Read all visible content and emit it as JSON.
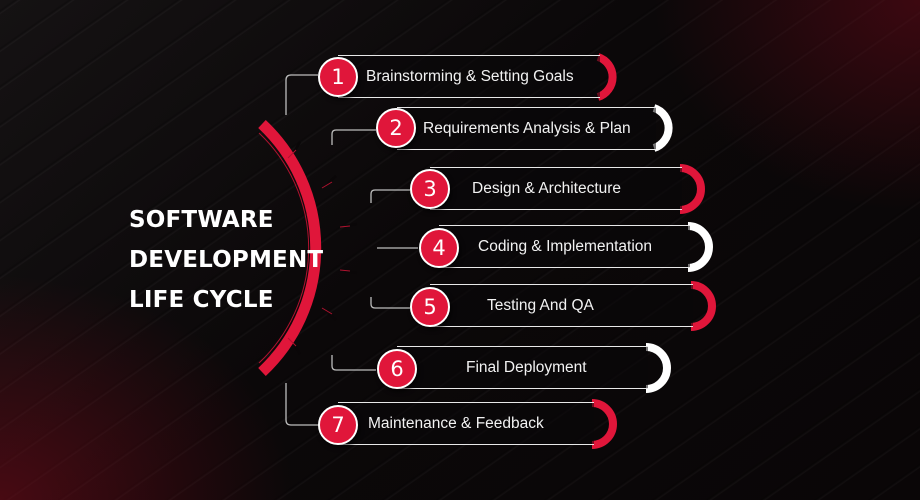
{
  "title": {
    "lines": [
      "SOFTWARE",
      "DEVELOPMENT",
      "LIFE CYCLE"
    ]
  },
  "colors": {
    "accent_red": "#e0163a",
    "white": "#ffffff",
    "background": "#0a0708"
  },
  "steps": [
    {
      "number": "1",
      "label": "Brainstorming & Setting Goals",
      "cap_color": "red"
    },
    {
      "number": "2",
      "label": "Requirements Analysis & Plan",
      "cap_color": "white"
    },
    {
      "number": "3",
      "label": "Design & Architecture",
      "cap_color": "red"
    },
    {
      "number": "4",
      "label": "Coding & Implementation",
      "cap_color": "white"
    },
    {
      "number": "5",
      "label": "Testing And QA",
      "cap_color": "red"
    },
    {
      "number": "6",
      "label": "Final Deployment",
      "cap_color": "white"
    },
    {
      "number": "7",
      "label": "Maintenance & Feedback",
      "cap_color": "red"
    }
  ]
}
